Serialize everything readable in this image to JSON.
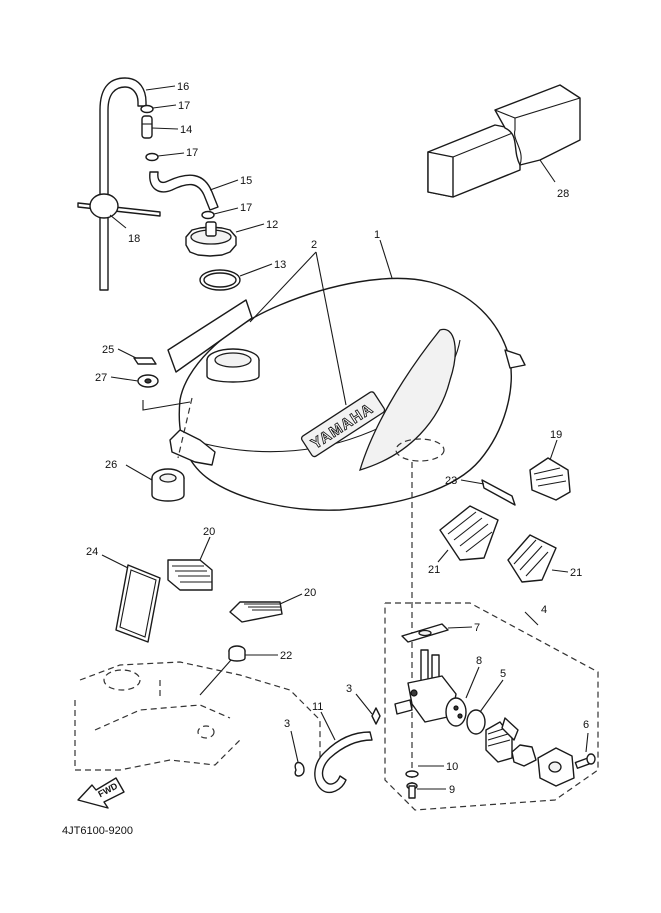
{
  "diagram": {
    "document_code": "4JT6100-9200",
    "brand_text": "YAMAHA",
    "fwd_label": "FWD",
    "callouts": {
      "c1": "1",
      "c2": "2",
      "c3a": "3",
      "c3b": "3",
      "c4": "4",
      "c5": "5",
      "c6": "6",
      "c7": "7",
      "c8": "8",
      "c9": "9",
      "c10": "10",
      "c11": "11",
      "c12": "12",
      "c13": "13",
      "c14": "14",
      "c15": "15",
      "c16": "16",
      "c17a": "17",
      "c17b": "17",
      "c17c": "17",
      "c18": "18",
      "c19": "19",
      "c20a": "20",
      "c20b": "20",
      "c21a": "21",
      "c21b": "21",
      "c22": "22",
      "c23": "23",
      "c24": "24",
      "c25": "25",
      "c26": "26",
      "c27": "27",
      "c28": "28"
    }
  }
}
